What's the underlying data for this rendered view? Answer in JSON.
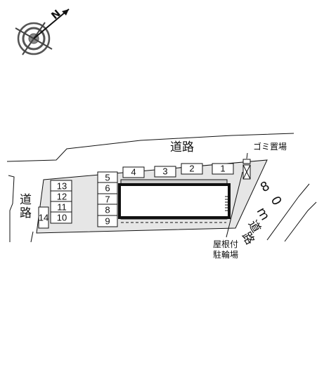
{
  "colors": {
    "lot_fill": "#e6e6e6",
    "line": "#111111",
    "building_fill": "#ffffff"
  },
  "compass": {
    "north_letter": "N"
  },
  "roads": {
    "top": [
      "道",
      "路"
    ],
    "left": [
      "道",
      "路"
    ],
    "right_width": [
      "8",
      "0"
    ],
    "right_unit": "m",
    "right": [
      "道",
      "路"
    ]
  },
  "labels": {
    "garbage": "ゴミ置場",
    "bike_line1": "屋根付",
    "bike_line2": "駐輪場"
  },
  "parking": {
    "top_row": [
      "4",
      "3",
      "2",
      "1"
    ],
    "middle_col": [
      "5",
      "6",
      "7",
      "8",
      "9"
    ],
    "left_col": [
      "13",
      "12",
      "11",
      "10"
    ],
    "left_extra": "14"
  }
}
